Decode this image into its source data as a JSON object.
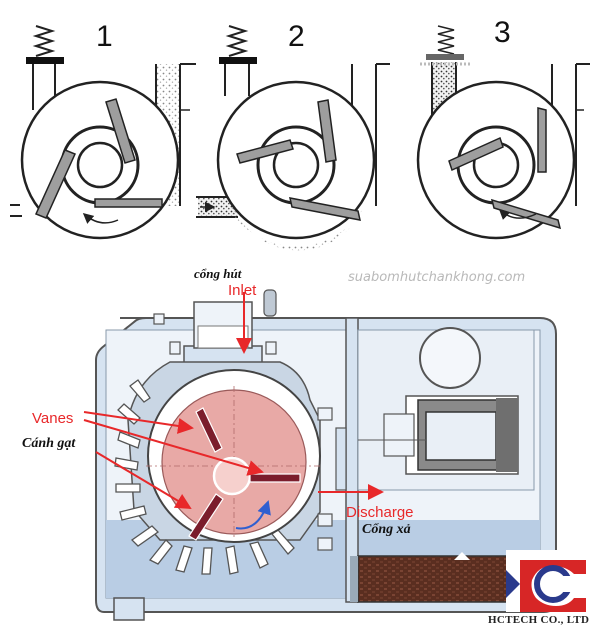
{
  "stages": [
    {
      "number": "1"
    },
    {
      "number": "2"
    },
    {
      "number": "3"
    }
  ],
  "labels": {
    "inlet_vi": "cổng hút",
    "inlet_en": "Inlet",
    "vanes_en": "Vanes",
    "vanes_vi": "Cánh gạt",
    "discharge_en": "Discharge",
    "discharge_vi": "Cổng xả"
  },
  "watermark": "suabomhutchankhong.com",
  "company": "HCTECH CO., LTD",
  "colors": {
    "label_red": "#e8282a",
    "rotor_pink": "#e8a9a6",
    "housing_blue": "#b9cde4",
    "vane_dark": "#7b1d2c",
    "logo_red": "#d72626",
    "logo_blue": "#2a3a8c"
  }
}
